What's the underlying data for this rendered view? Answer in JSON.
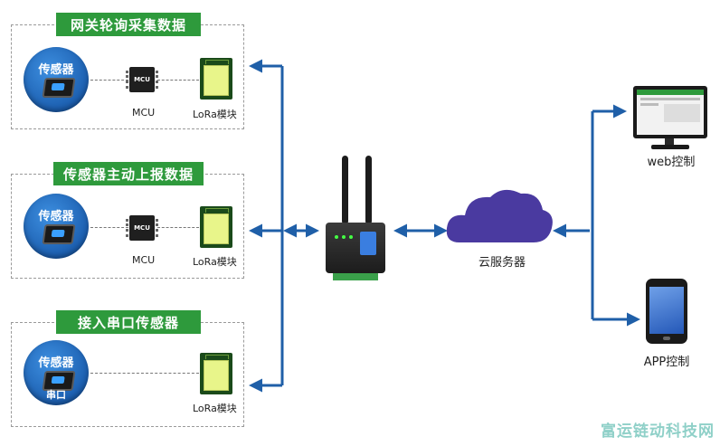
{
  "groups": [
    {
      "title": "网关轮询采集数据",
      "sensor": "传感器",
      "sensor_sub": "",
      "mcu": "MCU",
      "mcu_caption": "MCU",
      "lora_caption": "LoRa模块"
    },
    {
      "title": "传感器主动上报数据",
      "sensor": "传感器",
      "sensor_sub": "",
      "mcu": "MCU",
      "mcu_caption": "MCU",
      "lora_caption": "LoRa模块"
    },
    {
      "title": "接入串口传感器",
      "sensor": "传感器",
      "sensor_sub": "串口",
      "mcu": "",
      "mcu_caption": "",
      "lora_caption": "LoRa模块"
    }
  ],
  "cloud": {
    "label": "云服务器"
  },
  "clients": {
    "web": "web控制",
    "app": "APP控制"
  },
  "watermark": "富运链动科技网",
  "colors": {
    "accent_green": "#2e9a3c",
    "arrow_blue": "#1f5fa8",
    "cloud_purple": "#4a3aa0"
  }
}
